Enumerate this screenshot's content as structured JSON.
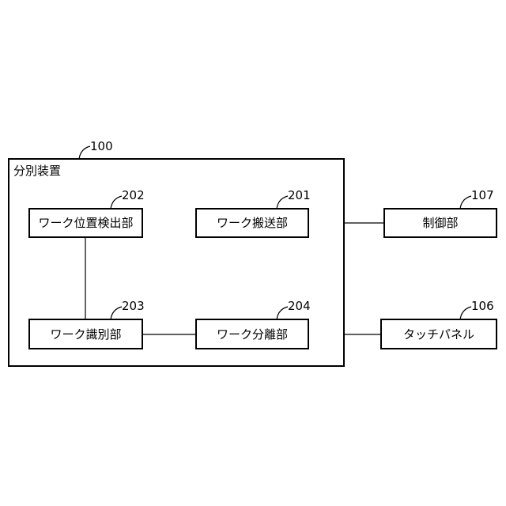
{
  "device": {
    "title": "分別装置",
    "ref": "100"
  },
  "blocks": {
    "position_detector": {
      "label": "ワーク位置検出部",
      "ref": "202"
    },
    "transport": {
      "label": "ワーク搬送部",
      "ref": "201"
    },
    "identification": {
      "label": "ワーク識別部",
      "ref": "203"
    },
    "separation": {
      "label": "ワーク分離部",
      "ref": "204"
    },
    "control": {
      "label": "制御部",
      "ref": "107"
    },
    "touch_panel": {
      "label": "タッチパネル",
      "ref": "106"
    }
  }
}
